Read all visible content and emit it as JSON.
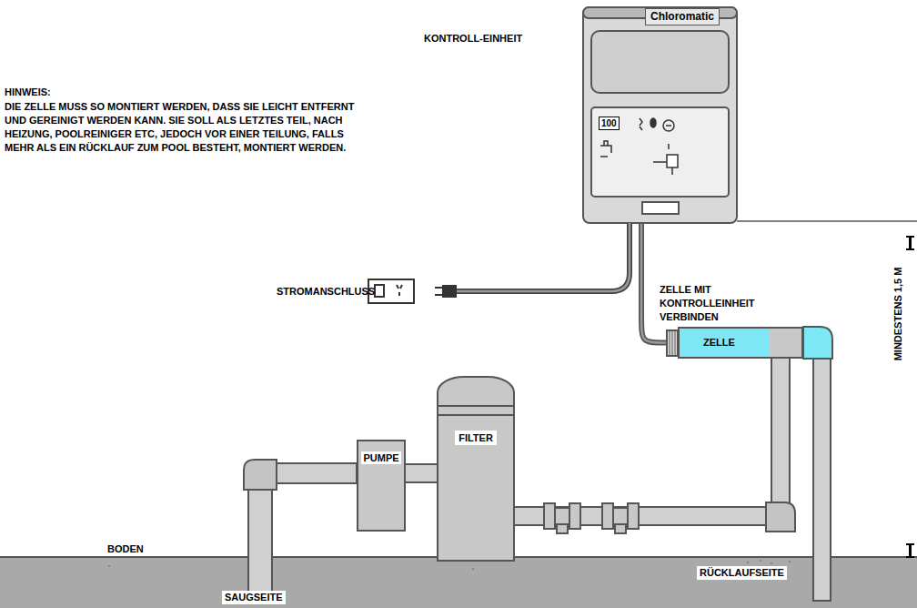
{
  "diagram": {
    "nodes": [
      {
        "text": [
          "Chloromatic"
        ]
      },
      {
        "text": [
          "ZELLE"
        ]
      },
      {
        "text": [
          "PUMPE"
        ]
      },
      {
        "text": [
          "FILTER"
        ]
      }
    ],
    "edges": [
      {
        "from": 0,
        "to": 1,
        "arrow": "none"
      },
      {
        "from": 2,
        "to": 3,
        "arrow": "none"
      },
      {
        "from": 3,
        "to": 1,
        "arrow": "none"
      }
    ],
    "labels": [
      "HINWEIS:",
      "DIE ZELLE MUSS SO MONTIERT WERDEN, DASS SIE LEICHT ENTFERNT UND GEREINIGT WERDEN KANN. SIE SOLL ALS LETZTES TEIL, NACH HEIZUNG, POOLREINIGER ETC, JEDOCH VOR EINER TEILUNG, FALLS MEHR ALS EIN RÜCKLAUF ZUM POOL BESTEHT, MONTIERT WERDEN.",
      "KONTROLL-EINHEIT",
      "100",
      "STROMANSCHLUSS",
      "ZELLE MIT KONTROLLEINHEIT VERBINDEN",
      "MINDESTENS 1,5 M",
      "BODEN",
      "SAUGSEITE",
      "RÜCKLAUFSEITE"
    ]
  }
}
